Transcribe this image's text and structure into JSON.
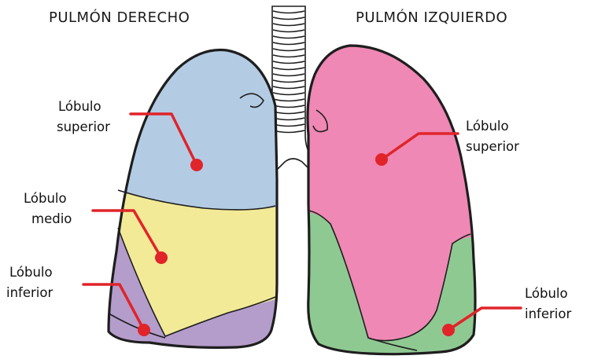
{
  "headings": {
    "right": "PULMÓN DERECHO",
    "left": "PULMÓN IZQUIERDO"
  },
  "right_lung": {
    "upper_lobe": [
      "Lóbulo",
      "superior"
    ],
    "middle_lobe": [
      "Lóbulo",
      "medio"
    ],
    "lower_lobe": [
      "Lóbulo",
      "inferior"
    ]
  },
  "left_lung": {
    "upper_lobe": [
      "Lóbulo",
      "superior"
    ],
    "lower_lobe": [
      "Lóbulo",
      "inferior"
    ]
  },
  "colors": {
    "right_upper": "#b3cce4",
    "right_middle": "#f2ea96",
    "right_lower": "#b49ccb",
    "left_upper": "#ef88b4",
    "left_lower": "#8fc992",
    "leader": "#e0242a",
    "outline": "#1e1e1e"
  }
}
